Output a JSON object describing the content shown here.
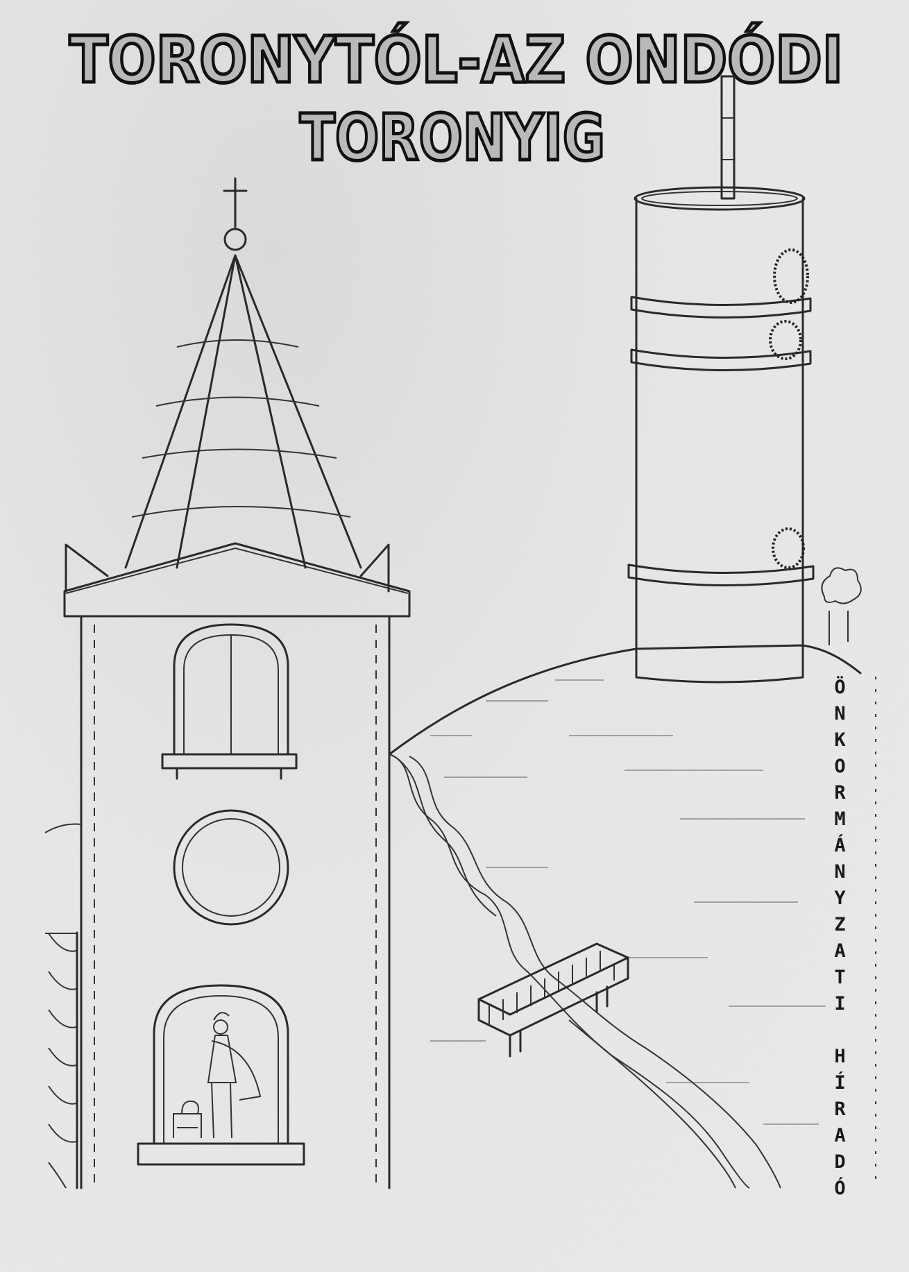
{
  "cover": {
    "title_line1": "TORONYTÓL-AZ ONDÓDI",
    "title_line2": "TORONYIG",
    "side_title": "ÖNKORMÁNYZATI HÍRADÓ"
  }
}
